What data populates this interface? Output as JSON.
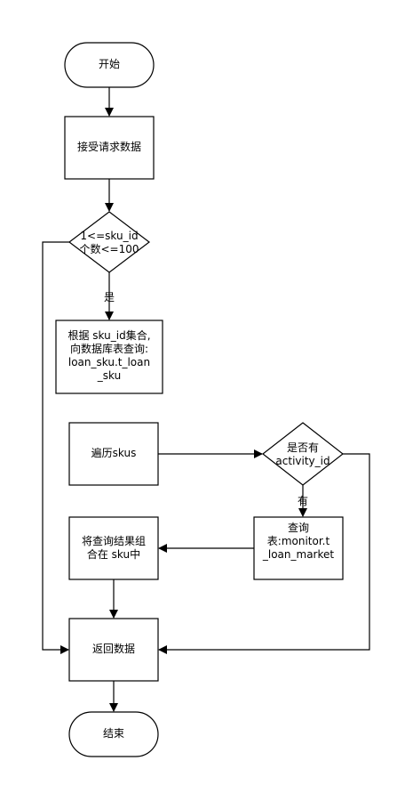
{
  "nodes": {
    "start": "开始",
    "receive": "接受请求数据",
    "check_count": "1<=sku_id\n个数<=100",
    "query_loan_sku": "根据 sku_id集合,\n向数据库表查询:\nloan_sku.t_loan\n_sku",
    "iterate": "遍历skus",
    "has_activity": "是否有\nactivity_id",
    "query_monitor": "查询\n表:monitor.t\n_loan_market",
    "combine": "将查询结果组\n合在 sku中",
    "return_data": "返回数据",
    "end": "结束"
  },
  "edge_labels": {
    "yes": "是",
    "has": "有"
  },
  "colors": {
    "stroke": "#000000",
    "fill": "#ffffff"
  }
}
